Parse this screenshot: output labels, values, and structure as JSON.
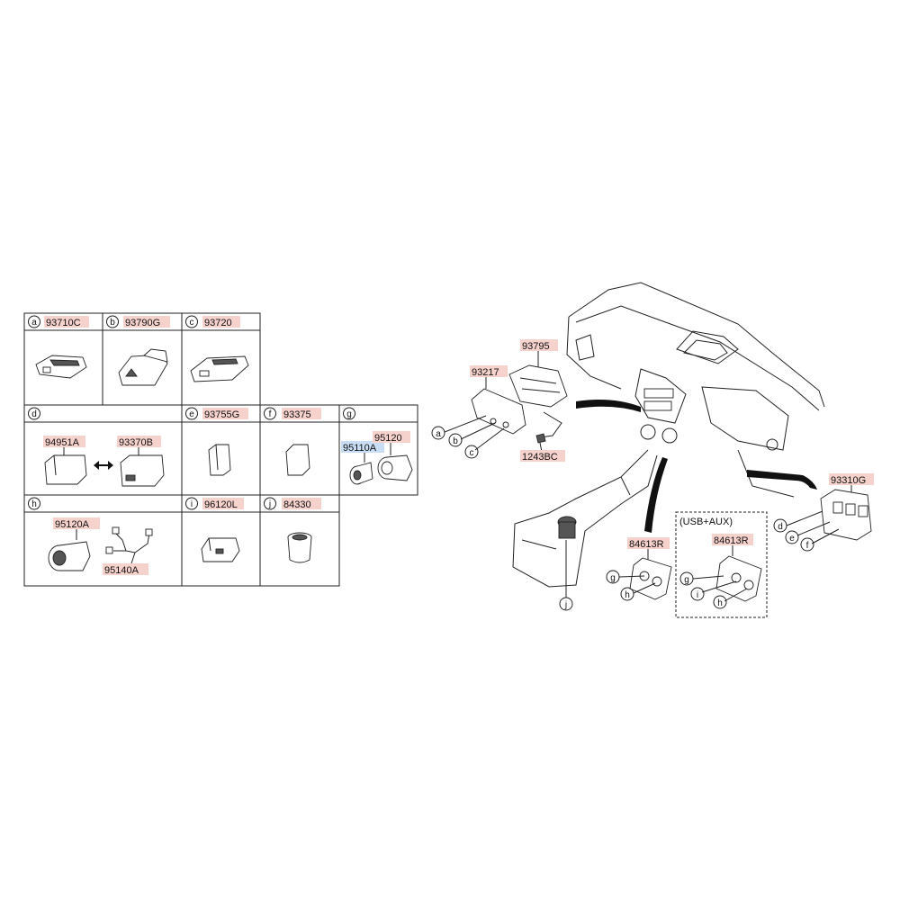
{
  "colors": {
    "part_highlight": "#f6d2cd",
    "selected_highlight": "#c9def4",
    "line": "#222222"
  },
  "table": {
    "cells": {
      "a": {
        "letter": "a",
        "part": "93710C"
      },
      "b": {
        "letter": "b",
        "part": "93790G"
      },
      "c": {
        "letter": "c",
        "part": "93720"
      },
      "d": {
        "letter": "d",
        "parts": [
          "94951A",
          "93370B"
        ]
      },
      "e": {
        "letter": "e",
        "part": "93755G"
      },
      "f": {
        "letter": "f",
        "part": "93375"
      },
      "g": {
        "letter": "g",
        "parts": [
          "95110A",
          "95120"
        ]
      },
      "h": {
        "letter": "h",
        "parts": [
          "95120A",
          "95140A"
        ]
      },
      "i": {
        "letter": "i",
        "part": "96120L"
      },
      "j": {
        "letter": "j",
        "part": "84330"
      }
    }
  },
  "main": {
    "labels": {
      "p93795": "93795",
      "p93217": "93217",
      "p1243bc": "1243BC",
      "p93310g": "93310G",
      "p84613r_left": "84613R",
      "p84613r_right": "84613R",
      "usb_aux": "(USB+AUX)"
    },
    "callouts": {
      "a": "a",
      "b": "b",
      "c": "c",
      "d": "d",
      "e": "e",
      "f": "f",
      "g1": "g",
      "h1": "h",
      "g2": "g",
      "i2": "i",
      "h2": "h",
      "j": "j"
    }
  }
}
